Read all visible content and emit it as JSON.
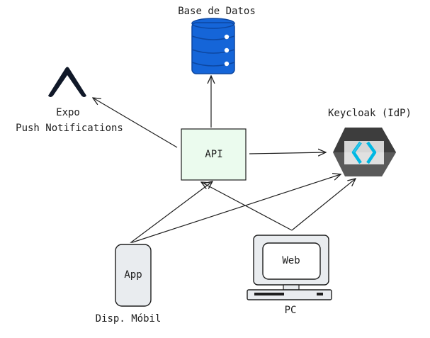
{
  "nodes": {
    "database": {
      "label": "Base de Datos",
      "icon": "database-icon",
      "color": "#1565d8"
    },
    "expo": {
      "label_line1": "Expo",
      "label_line2": "Push Notifications",
      "icon": "expo-logo-icon"
    },
    "api": {
      "label": "API",
      "fill": "#ebfbee"
    },
    "keycloak": {
      "label": "Keycloak (IdP)",
      "icon": "keycloak-logo-icon"
    },
    "mobile": {
      "inner_label": "App",
      "caption": "Disp. Móbil",
      "icon": "mobile-phone-icon"
    },
    "pc": {
      "inner_label": "Web",
      "caption": "PC",
      "icon": "computer-icon"
    }
  },
  "edges": [
    {
      "from": "api",
      "to": "database"
    },
    {
      "from": "api",
      "to": "expo"
    },
    {
      "from": "api",
      "to": "keycloak"
    },
    {
      "from": "mobile",
      "to": "api"
    },
    {
      "from": "mobile",
      "to": "keycloak"
    },
    {
      "from": "pc",
      "to": "api"
    },
    {
      "from": "pc",
      "to": "keycloak"
    }
  ]
}
